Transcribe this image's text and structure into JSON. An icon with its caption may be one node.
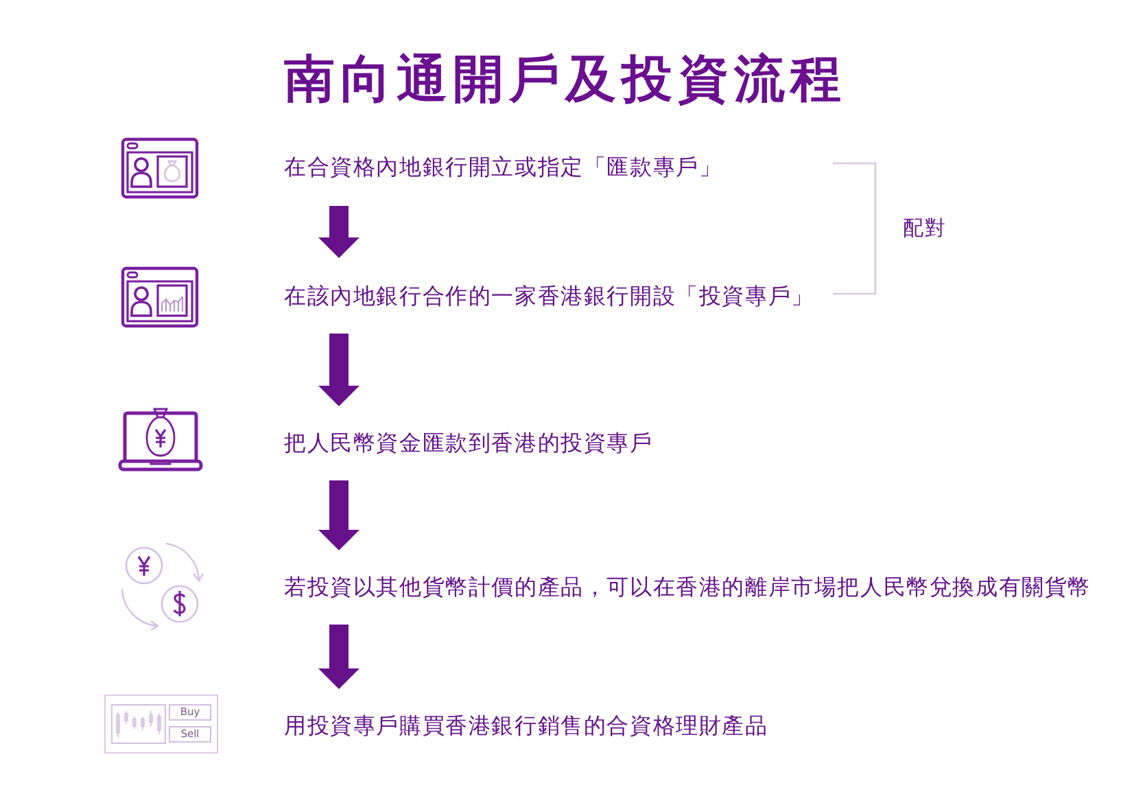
{
  "diagram": {
    "title": "南向通開戶及投資流程",
    "nodes": [
      {
        "text": [
          "在合資格內地銀行開立或指定「匯款專戶」"
        ]
      },
      {
        "text": [
          "在該內地銀行合作的一家香港銀行開設「投資專戶」"
        ]
      },
      {
        "text": [
          "把人民幣資金匯款到香港的投資專戶"
        ]
      },
      {
        "text": [
          "若投資以其他貨幣計價的產品，可以在香港的離岸市場把人民幣兌換成有關貨幣"
        ]
      },
      {
        "text": [
          "用投資專戶購買香港銀行銷售的合資格理財產品"
        ]
      }
    ],
    "edges": [
      {
        "from": 0,
        "to": 1,
        "arrow": "to"
      },
      {
        "from": 1,
        "to": 2,
        "arrow": "to"
      },
      {
        "from": 2,
        "to": 3,
        "arrow": "to"
      },
      {
        "from": 3,
        "to": 4,
        "arrow": "to"
      }
    ],
    "labels": [
      "配對",
      "Buy",
      "Sell"
    ]
  }
}
